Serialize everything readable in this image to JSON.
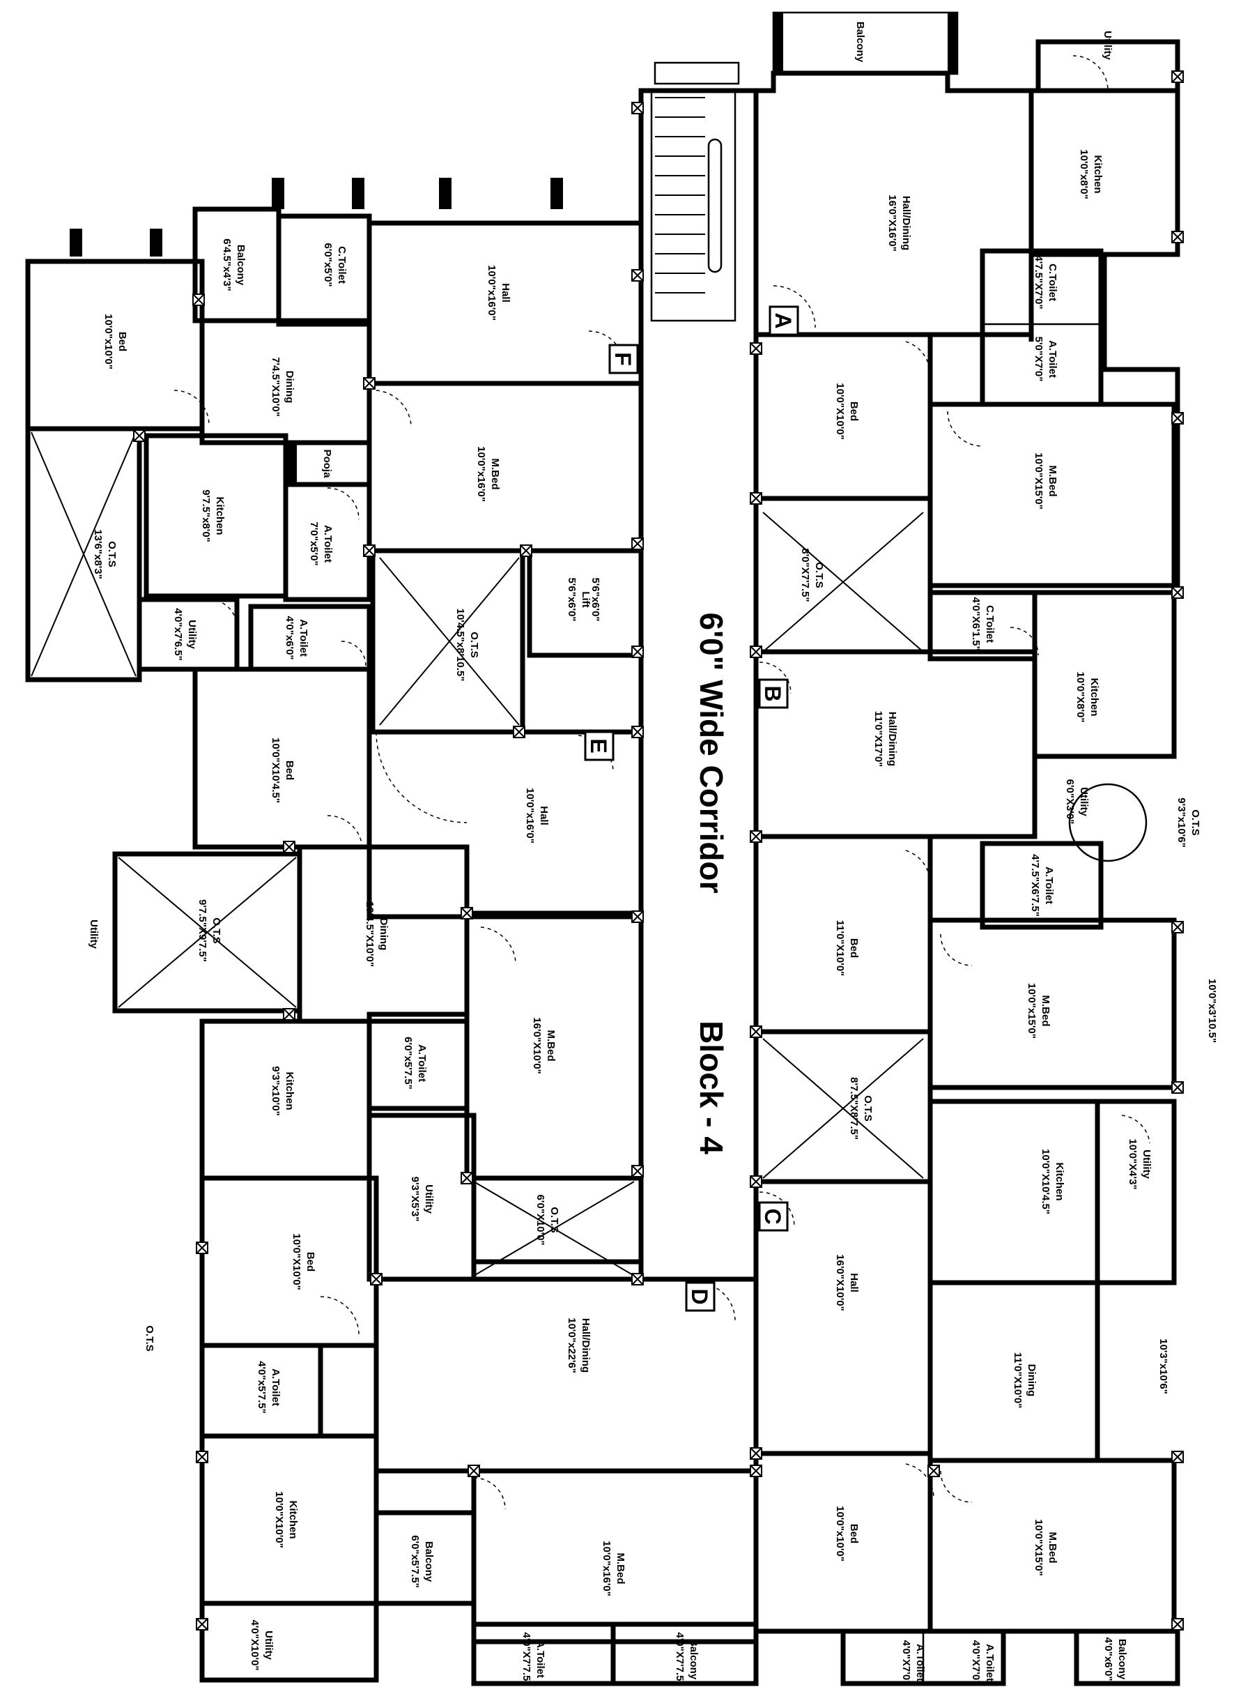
{
  "corridor": {
    "label": "6'0\" Wide Corridor"
  },
  "block": {
    "label": "Block - 4"
  },
  "units": [
    {
      "id": "A",
      "name": "A"
    },
    {
      "id": "B",
      "name": "B"
    },
    {
      "id": "C",
      "name": "C"
    },
    {
      "id": "D",
      "name": "D"
    },
    {
      "id": "E",
      "name": "E"
    },
    {
      "id": "F",
      "name": "F"
    }
  ],
  "rooms": [
    {
      "key": "a_balcony",
      "name": "Balcony",
      "dims": ""
    },
    {
      "key": "a_utility",
      "name": "Utility",
      "dims": ""
    },
    {
      "key": "a_kitchen",
      "name": "Kitchen",
      "dims": "10'0\"x8'0\""
    },
    {
      "key": "a_hall",
      "name": "Hall/Dining",
      "dims": "16'0\"X16'0\""
    },
    {
      "key": "a_ctoilet",
      "name": "C.Toilet",
      "dims": "4'7.5\"X7'0\""
    },
    {
      "key": "a_atoilet",
      "name": "A.Toilet",
      "dims": "5'0\"X7'0\""
    },
    {
      "key": "a_bed",
      "name": "Bed",
      "dims": "10'0\"X10'0\""
    },
    {
      "key": "a_mbed",
      "name": "M.Bed",
      "dims": "10'0\"X15'0\""
    },
    {
      "key": "b_ots",
      "name": "O.T.S",
      "dims": "8'0\"X7'7.5\""
    },
    {
      "key": "b_ctoilet",
      "name": "C.Toilet",
      "dims": "4'0\"X6'1.5\""
    },
    {
      "key": "b_kitchen",
      "name": "Kitchen",
      "dims": "10'0\"X8'0\""
    },
    {
      "key": "b_hall",
      "name": "Hall/Dining",
      "dims": "11'0\"X17'0\""
    },
    {
      "key": "b_utility",
      "name": "Utility",
      "dims": "6'0\"X3'0\""
    },
    {
      "key": "b_ots2",
      "name": "O.T.S",
      "dims": "9'3\"x10'6\""
    },
    {
      "key": "b_atoilet",
      "name": "A.Toilet",
      "dims": "4'7.5\"X6'7.5\""
    },
    {
      "key": "b_bed",
      "name": "Bed",
      "dims": "11'0\"X10'0\""
    },
    {
      "key": "b_mbed",
      "name": "M.Bed",
      "dims": "10'0\"x15'0\""
    },
    {
      "key": "b_side",
      "name": "",
      "dims": "10'0\"x3'10.5\""
    },
    {
      "key": "c_ots",
      "name": "O.T.S",
      "dims": "8'7.5\"X8'7.5\""
    },
    {
      "key": "c_utility",
      "name": "Utility",
      "dims": "10'0\"X4'3\""
    },
    {
      "key": "c_kitchen",
      "name": "Kitchen",
      "dims": "10'0\"X10'4.5\""
    },
    {
      "key": "c_hall",
      "name": "Hall",
      "dims": "16'0\"X10'0\""
    },
    {
      "key": "c_dining",
      "name": "Dining",
      "dims": "11'0\"X10'0\""
    },
    {
      "key": "c_side",
      "name": "",
      "dims": "10'3\"x10'6\""
    },
    {
      "key": "c_bed",
      "name": "Bed",
      "dims": "10'0\"x10'0\""
    },
    {
      "key": "c_mbed",
      "name": "M.Bed",
      "dims": "10'0\"X15'0\""
    },
    {
      "key": "c_atoilet1",
      "name": "A.Toilet",
      "dims": "4'0\"X7'0\""
    },
    {
      "key": "c_atoilet2",
      "name": "A.Toilet",
      "dims": "4'0\"X7'0\""
    },
    {
      "key": "c_balcony",
      "name": "Balcony",
      "dims": "4'0\"x6'0\""
    },
    {
      "key": "d_ots",
      "name": "O.T.S",
      "dims": "6'0\"X10'0\""
    },
    {
      "key": "d_hall",
      "name": "Hall/Dining",
      "dims": "10'0\"x22'6\""
    },
    {
      "key": "d_mbed",
      "name": "M.Bed",
      "dims": "10'0\"x16'0\""
    },
    {
      "key": "d_atoilet",
      "name": "A.Toilet",
      "dims": "4'0\"X7'7.5\""
    },
    {
      "key": "d_balcony",
      "name": "Balcony",
      "dims": "4'0\"X7'7.5\""
    },
    {
      "key": "d_balcony2",
      "name": "Balcony",
      "dims": "6'0\"x5'7.5\""
    },
    {
      "key": "d_kitchen",
      "name": "Kitchen",
      "dims": "10'0\"X10'0\""
    },
    {
      "key": "d_utility",
      "name": "Utility",
      "dims": "4'0\"X10'0\""
    },
    {
      "key": "d_bed",
      "name": "Bed",
      "dims": "10'0\"X10'0\""
    },
    {
      "key": "d_atoilet2",
      "name": "A.Toilet",
      "dims": "4'0\"x5'7.5\""
    },
    {
      "key": "d_ots2",
      "name": "O.T.S",
      "dims": ""
    },
    {
      "key": "e_hall",
      "name": "Hall",
      "dims": "10'0\"x16'0\""
    },
    {
      "key": "e_mbed",
      "name": "M.Bed",
      "dims": "16'0\"X10'0\""
    },
    {
      "key": "e_atoilet",
      "name": "A.Toilet",
      "dims": "6'0\"x5'7.5\""
    },
    {
      "key": "e_kitchen",
      "name": "Kitchen",
      "dims": "9'3\"x10'0\""
    },
    {
      "key": "e_utility",
      "name": "Utility",
      "dims": "9'3\"X5'3\""
    },
    {
      "key": "e_dining",
      "name": "Dining",
      "dims": "10'4.5\"X10'0\""
    },
    {
      "key": "e_ots",
      "name": "O.T.S",
      "dims": "9'7.5\"X9'7.5\""
    },
    {
      "key": "e_utility2",
      "name": "Utility",
      "dims": ""
    },
    {
      "key": "e_bed",
      "name": "Bed",
      "dims": "10'0\"X10'4.5\""
    },
    {
      "key": "f_ots",
      "name": "O.T.S",
      "dims": "10'4.5\"x8'10.5\""
    },
    {
      "key": "f_lift",
      "name": "Lift",
      "dims": "5'6\"x6'0\""
    },
    {
      "key": "f_liftb",
      "name": "",
      "dims": "5'6\"x6'0\""
    },
    {
      "key": "f_hall",
      "name": "Hall",
      "dims": "10'0\"x16'0\""
    },
    {
      "key": "f_ctoilet",
      "name": "C.Toilet",
      "dims": "6'0\"x5'0\""
    },
    {
      "key": "f_balcony",
      "name": "Balcony",
      "dims": "6'4.5\"x4'3\""
    },
    {
      "key": "f_bed",
      "name": "Bed",
      "dims": "10'0\"x10'0\""
    },
    {
      "key": "f_dining",
      "name": "Dining",
      "dims": "7'4.5\"X10'0\""
    },
    {
      "key": "f_pooja",
      "name": "Pooja",
      "dims": ""
    },
    {
      "key": "f_mbed",
      "name": "M.Bed",
      "dims": "10'0\"x16'0\""
    },
    {
      "key": "f_kitchen",
      "name": "Kitchen",
      "dims": "9'7.5\"x8'0\""
    },
    {
      "key": "f_atoilet",
      "name": "A.Toilet",
      "dims": "7'0\"x5'0\""
    },
    {
      "key": "f_ots2",
      "name": "O.T.S",
      "dims": "13'6\"x8'3\""
    },
    {
      "key": "f_utility",
      "name": "Utility",
      "dims": "4'0\"x7'6.5\""
    },
    {
      "key": "f_atoilet2",
      "name": "A.Toilet",
      "dims": "4'0\"x6'0\""
    }
  ]
}
